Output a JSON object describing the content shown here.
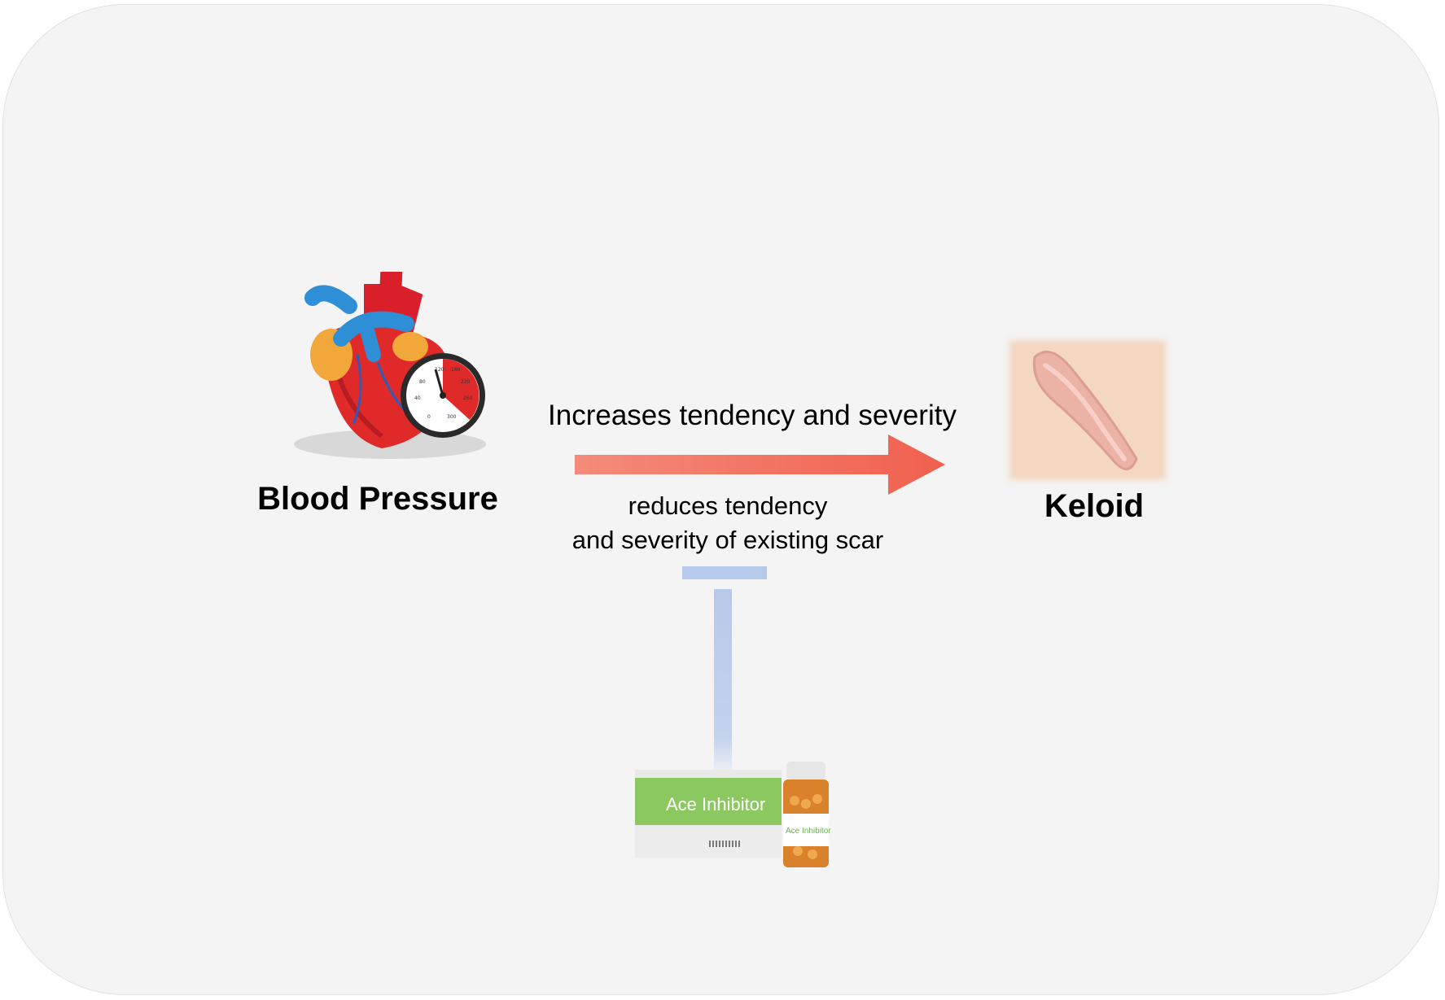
{
  "nodes": {
    "blood_pressure": {
      "label": "Blood Pressure",
      "icon": "heart-with-pressure-gauge-icon"
    },
    "keloid": {
      "label": "Keloid",
      "icon": "keloid-scar-icon"
    },
    "ace_inhibitor": {
      "box_label": "Ace Inhibitor",
      "bottle_label": "Ace Inhibitor",
      "icon": "medicine-box-and-pill-bottle-icon"
    }
  },
  "edges": {
    "increases": {
      "label": "Increases tendency and severity",
      "color": "#f0604e"
    },
    "reduces": {
      "line1": "reduces tendency",
      "line2": "and severity of existing scar",
      "color": "#b7c9e8"
    }
  },
  "gauge_ticks": [
    "120",
    "160",
    "80",
    "220",
    "40",
    "260",
    "0",
    "300"
  ],
  "colors": {
    "panel": "#f4f4f4",
    "heart_red": "#e02a2a",
    "vessel_blue": "#2f8fd6",
    "box_green": "#8cc860"
  }
}
